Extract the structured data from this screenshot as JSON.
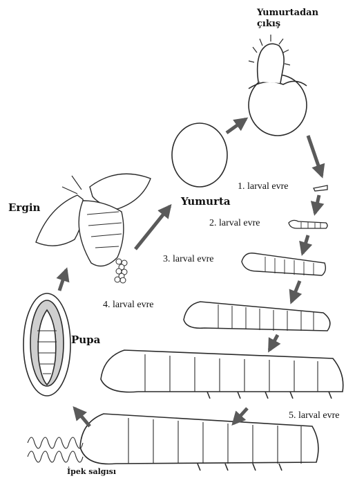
{
  "labels": {
    "hatching_line1": "Yumurtadan",
    "hatching_line2": "çıkış",
    "egg": "Yumurta",
    "adult": "Ergin",
    "pupa": "Pupa",
    "larva1": "1. larval evre",
    "larva2": "2. larval evre",
    "larva3": "3. larval evre",
    "larva4": "4. larval evre",
    "larva5": "5. larval evre",
    "silk": "İpek salgısı"
  },
  "colors": {
    "line": "#2a2a2a",
    "arrow": "#5a5a5a",
    "background": "#ffffff"
  }
}
